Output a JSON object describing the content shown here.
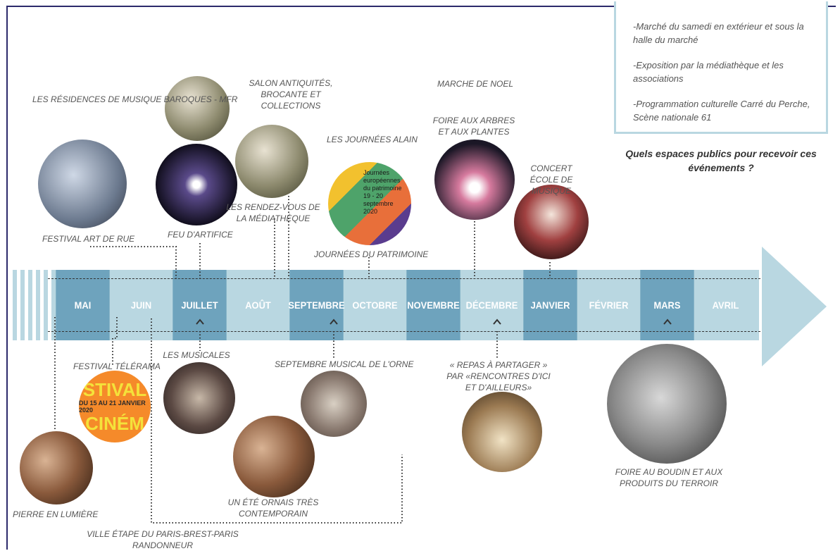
{
  "info_box": {
    "items": [
      "-Marché du samedi en extérieur et sous la halle du marché",
      "-Exposition par la médiathèque et les associations",
      "-Programmation culturelle Carré du Perche, Scène nationale 61"
    ]
  },
  "question": "Quels espaces publics pour recevoir ces événements ?",
  "months": [
    "MAI",
    "JUIN",
    "JUILLET",
    "AOÛT",
    "SEPTEMBRE",
    "OCTOBRE",
    "NOVEMBRE",
    "DÉCEMBRE",
    "JANVIER",
    "FÉVRIER",
    "MARS",
    "AVRIL"
  ],
  "events_above": {
    "residences": "LES RÉSIDENCES DE MUSIQUE BAROQUES - MFR",
    "festival_art_rue": "FESTIVAL ART DE RUE",
    "feu_artifice": "FEU D'ARTIFICE",
    "salon": "SALON ANTIQUITÉS, BROCANTE ET COLLECTIONS",
    "rendez_vous": "LES RENDEZ-VOUS DE LA MÉDIATHÈQUE",
    "journees_alain": "LES JOURNÉES ALAIN",
    "journees_patrimoine": "JOURNÉES DU PATRIMOINE",
    "marche_noel": "MARCHE DE NOEL",
    "foire_arbres": "FOIRE AUX ARBRES ET AUX PLANTES",
    "concert_ecole": "CONCERT ÉCOLE DE MUSIQUE"
  },
  "events_below": {
    "festival_telerama": "FESTIVAL TÉLÉRAMA",
    "musicales": "LES MUSICALES",
    "septembre_musical": "SEPTEMBRE MUSICAL DE L'ORNE",
    "repas": "« REPAS À PARTAGER » PAR «RENCONTRES D'ICI ET D'AILLEURS»",
    "pierre": "PIERRE EN LUMIÈRE",
    "ete_ornais": "UN ÉTÉ ORNAIS TRÈS CONTEMPORAIN",
    "ville_etape": "VILLE ÉTAPE DU PARIS-BREST-PARIS RANDONNEUR",
    "foire_boudin": "FOIRE AU BOUDIN ET AUX PRODUITS DU TERROIR"
  },
  "poster_text": {
    "cine": [
      "STIVAL",
      "CINÉM"
    ],
    "cine_sub": "DU 15 AU 21 JANVIER 2020",
    "patrimoine": "Journées européennes du patrimoine 19 - 20 septembre 2020"
  },
  "colors": {
    "band_light": "#b9d7e1",
    "band_dark": "#6ea3bd",
    "frame": "#2c2a6b"
  }
}
